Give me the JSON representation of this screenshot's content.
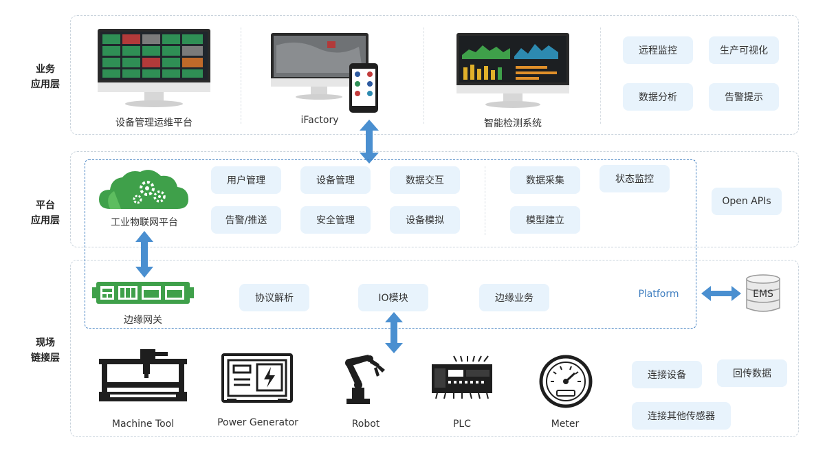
{
  "layers": {
    "business": {
      "label_line1": "业务",
      "label_line2": "应用层"
    },
    "platform": {
      "label_line1": "平台",
      "label_line2": "应用层"
    },
    "field": {
      "label_line1": "现场",
      "label_line2": "链接层"
    }
  },
  "business": {
    "screens": [
      {
        "caption": "设备管理运维平台",
        "icon": "monitor-dashboard-grid"
      },
      {
        "caption": "iFactory",
        "icon": "monitor-map-and-phone"
      },
      {
        "caption": "智能检测系统",
        "icon": "monitor-analytics-charts"
      }
    ],
    "features": [
      "远程监控",
      "生产可视化",
      "数据分析",
      "告警提示"
    ]
  },
  "platform": {
    "cloud_caption": "工业物联网平台",
    "modules_left": [
      "用户管理",
      "设备管理",
      "数据交互",
      "告警/推送",
      "安全管理",
      "设备模拟"
    ],
    "modules_right": [
      "数据采集",
      "状态监控",
      "模型建立"
    ],
    "open_apis": "Open APIs"
  },
  "field": {
    "gateway_caption": "边缘网关",
    "edge_modules": [
      "协议解析",
      "IO模块",
      "边缘业务"
    ],
    "platform_label": "Platform",
    "ems_label": "EMS",
    "devices": [
      {
        "caption": "Machine Tool",
        "icon": "machine-tool-icon"
      },
      {
        "caption": "Power Generator",
        "icon": "power-generator-icon"
      },
      {
        "caption": "Robot",
        "icon": "robot-arm-icon"
      },
      {
        "caption": "PLC",
        "icon": "plc-icon"
      },
      {
        "caption": "Meter",
        "icon": "meter-icon"
      }
    ],
    "actions": [
      "连接设备",
      "回传数据",
      "连接其他传感器"
    ]
  },
  "colors": {
    "arrow": "#4a8fd0",
    "cloud": "#3fa04a",
    "pill": "#e8f3fc",
    "dash": "#c9d3dc",
    "platform_text": "#3f7ec0"
  }
}
